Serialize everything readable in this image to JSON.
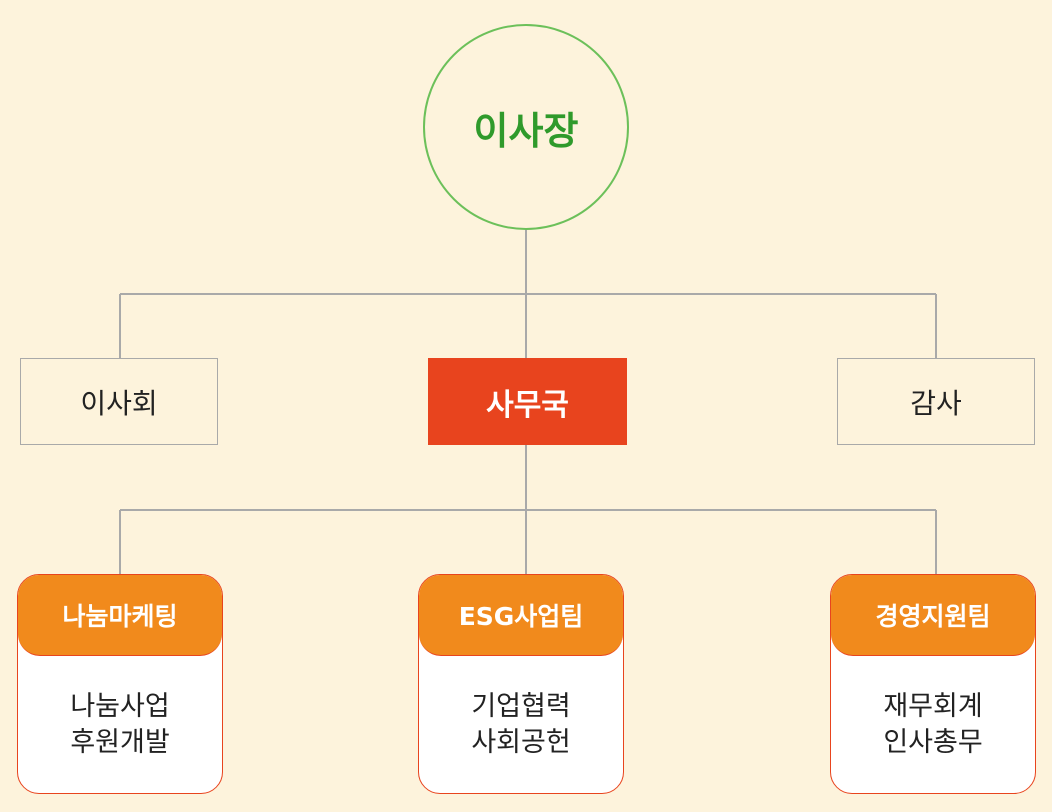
{
  "top": {
    "label": "이사장"
  },
  "middle": {
    "left": "이사회",
    "center": "사무국",
    "right": "감사"
  },
  "teams": [
    {
      "title": "나눔마케팅",
      "lines": [
        "나눔사업",
        "후원개발"
      ]
    },
    {
      "title": "ESG사업팀",
      "lines": [
        "기업협력",
        "사회공헌"
      ]
    },
    {
      "title": "경영지원팀",
      "lines": [
        "재무회계",
        "인사총무"
      ]
    }
  ],
  "colors": {
    "background": "#FDF3DC",
    "circle_border": "#6CC05A",
    "circle_text": "#2F9A2B",
    "center_box": "#E8441E",
    "team_header": "#F18A1C",
    "connector": "#A9A9A9"
  }
}
